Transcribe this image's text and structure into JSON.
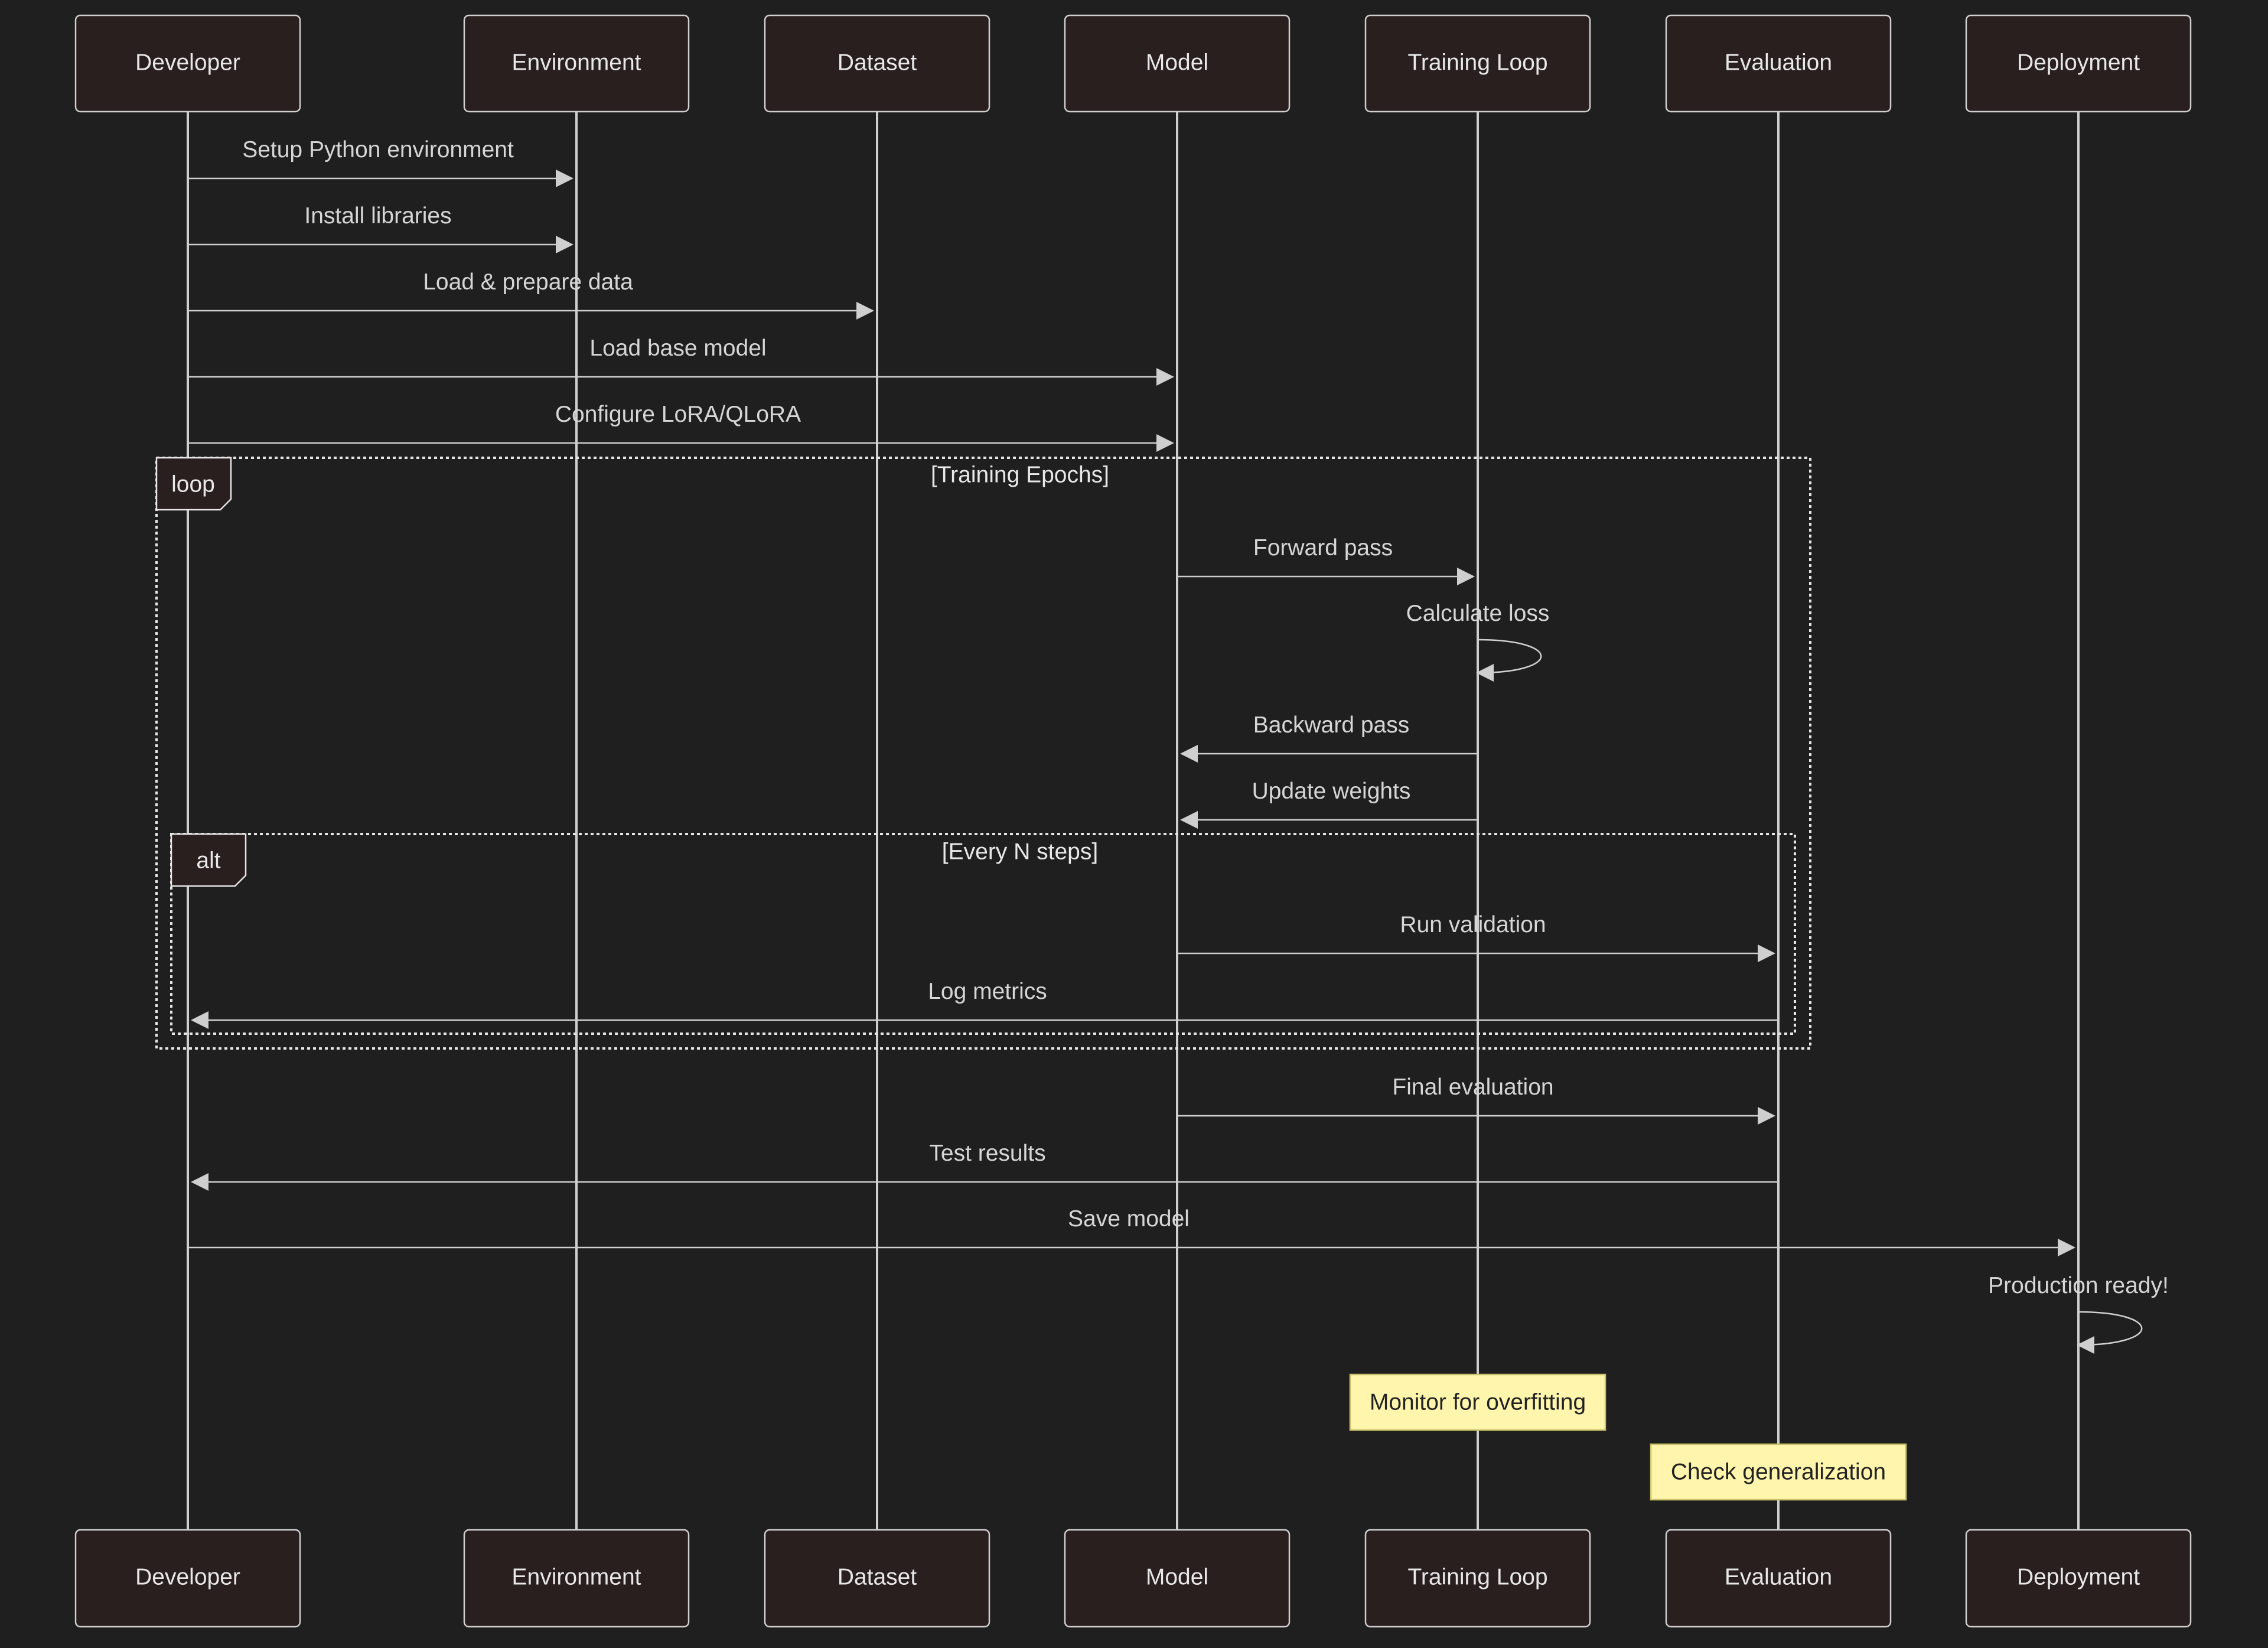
{
  "participants": [
    {
      "id": "developer",
      "label": "Developer"
    },
    {
      "id": "environment",
      "label": "Environment"
    },
    {
      "id": "dataset",
      "label": "Dataset"
    },
    {
      "id": "model",
      "label": "Model"
    },
    {
      "id": "training",
      "label": "Training Loop"
    },
    {
      "id": "evaluation",
      "label": "Evaluation"
    },
    {
      "id": "deployment",
      "label": "Deployment"
    }
  ],
  "messages": [
    {
      "from": "developer",
      "to": "environment",
      "label": "Setup Python environment"
    },
    {
      "from": "developer",
      "to": "environment",
      "label": "Install libraries"
    },
    {
      "from": "developer",
      "to": "dataset",
      "label": "Load & prepare data"
    },
    {
      "from": "developer",
      "to": "model",
      "label": "Load base model"
    },
    {
      "from": "developer",
      "to": "model",
      "label": "Configure LoRA/QLoRA"
    },
    {
      "from": "model",
      "to": "training",
      "label": "Forward pass"
    },
    {
      "from": "training",
      "to": "training",
      "label": "Calculate loss"
    },
    {
      "from": "training",
      "to": "model",
      "label": "Backward pass"
    },
    {
      "from": "training",
      "to": "model",
      "label": "Update weights"
    },
    {
      "from": "model",
      "to": "evaluation",
      "label": "Run validation"
    },
    {
      "from": "evaluation",
      "to": "developer",
      "label": "Log metrics"
    },
    {
      "from": "model",
      "to": "evaluation",
      "label": "Final evaluation"
    },
    {
      "from": "evaluation",
      "to": "developer",
      "label": "Test results"
    },
    {
      "from": "developer",
      "to": "deployment",
      "label": "Save model"
    },
    {
      "from": "deployment",
      "to": "deployment",
      "label": "Production ready!"
    }
  ],
  "frames": [
    {
      "kind": "loop",
      "condition": "[Training Epochs]"
    },
    {
      "kind": "alt",
      "condition": "[Every N steps]"
    }
  ],
  "notes": [
    {
      "over": "training",
      "text": "Monitor for overfitting"
    },
    {
      "over": "evaluation",
      "text": "Check generalization"
    }
  ],
  "colors": {
    "background": "#1f1f1f",
    "actor_fill": "#2a1f1f",
    "line": "#cfcfcf",
    "note_fill": "#fff5ad"
  }
}
